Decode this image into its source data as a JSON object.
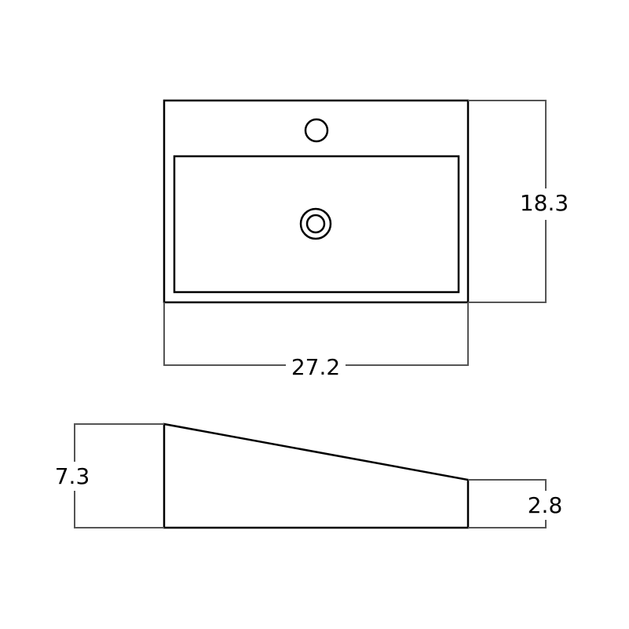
{
  "diagram": {
    "type": "technical-drawing",
    "subject": "rectangular vessel sink",
    "colors": {
      "object_line": "#000000",
      "dimension_line": "#555555",
      "background": "#ffffff"
    },
    "top_view": {
      "width_label": "27.2",
      "depth_label": "18.3",
      "features": [
        "outer-rim",
        "basin",
        "faucet-hole",
        "drain"
      ]
    },
    "side_view": {
      "back_height_label": "7.3",
      "front_height_label": "2.8",
      "features": [
        "sloped-top-profile"
      ]
    }
  }
}
